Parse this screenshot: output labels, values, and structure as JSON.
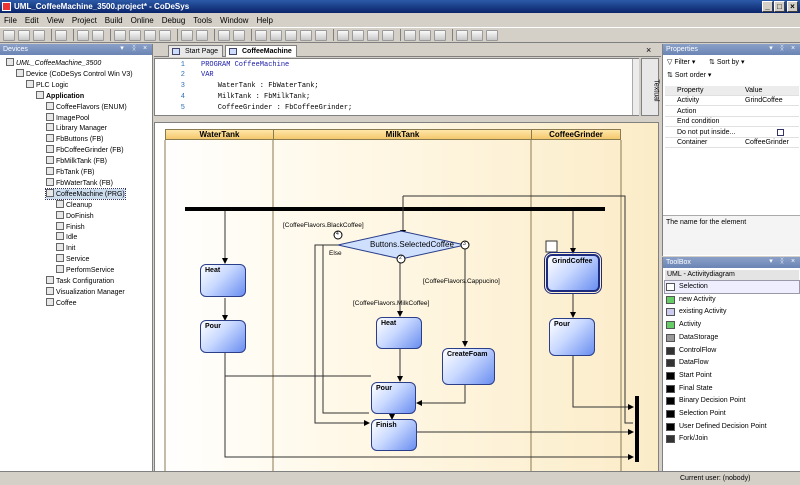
{
  "window": {
    "title": "UML_CoffeeMachine_3500.project* - CoDeSys"
  },
  "menu": [
    "File",
    "Edit",
    "View",
    "Project",
    "Build",
    "Online",
    "Debug",
    "Tools",
    "Window",
    "Help"
  ],
  "devices": {
    "title": "Devices",
    "tree": [
      {
        "label": "UML_CoffeeMachine_3500",
        "indent": 0,
        "italic": true
      },
      {
        "label": "Device (CoDeSys Control Win V3)",
        "indent": 1
      },
      {
        "label": "PLC Logic",
        "indent": 2
      },
      {
        "label": "Application",
        "indent": 3,
        "bold": true
      },
      {
        "label": "CoffeeFlavors (ENUM)",
        "indent": 4
      },
      {
        "label": "ImagePool",
        "indent": 4
      },
      {
        "label": "Library Manager",
        "indent": 4
      },
      {
        "label": "FbButtons (FB)",
        "indent": 4
      },
      {
        "label": "FbCoffeeGrinder (FB)",
        "indent": 4
      },
      {
        "label": "FbMilkTank (FB)",
        "indent": 4
      },
      {
        "label": "FbTank (FB)",
        "indent": 4
      },
      {
        "label": "FbWaterTank (FB)",
        "indent": 4
      },
      {
        "label": "CoffeeMachine (PRG)",
        "indent": 4,
        "selected": true
      },
      {
        "label": "Cleanup",
        "indent": 5
      },
      {
        "label": "DoFinish",
        "indent": 5
      },
      {
        "label": "Finish",
        "indent": 5
      },
      {
        "label": "Idle",
        "indent": 5
      },
      {
        "label": "Init",
        "indent": 5
      },
      {
        "label": "Service",
        "indent": 5
      },
      {
        "label": "PerformService",
        "indent": 5
      },
      {
        "label": "Task Configuration",
        "indent": 4
      },
      {
        "label": "Visualization Manager",
        "indent": 4
      },
      {
        "label": "Coffee",
        "indent": 4
      }
    ]
  },
  "tabs": [
    "Start Page",
    "CoffeeMachine"
  ],
  "code": {
    "lines": [
      {
        "n": "1",
        "text": "PROGRAM CoffeeMachine"
      },
      {
        "n": "2",
        "text": "VAR"
      },
      {
        "n": "3",
        "text": "    WaterTank : FbWaterTank;"
      },
      {
        "n": "4",
        "text": "    MilkTank : FbMilkTank;"
      },
      {
        "n": "5",
        "text": "    CoffeeGrinder : FbCoffeeGrinder;"
      }
    ],
    "side_tab": "Textual"
  },
  "diagram": {
    "lanes": [
      "WaterTank",
      "MilkTank",
      "CoffeeGrinder"
    ],
    "decision": "Buttons.SelectedCoffee",
    "nodes": {
      "heat1": "Heat",
      "pour1": "Pour",
      "heat2": "Heat",
      "createfoam": "CreateFoam",
      "pour2": "Pour",
      "finish": "Finish",
      "grind": "GrindCoffee",
      "pour3": "Pour"
    },
    "guards": {
      "black": "[CoffeeFlavors.BlackCoffee]",
      "else": "Else",
      "cappu": "[CoffeeFlavors.Cappucino]",
      "milk": "[CoffeeFlavors.MilkCoffee]"
    },
    "badges": {
      "b1": "4",
      "b2": "2",
      "b3": "3"
    }
  },
  "properties": {
    "title": "Properties",
    "filter": "Filter",
    "sortby": "Sort by",
    "sortorder": "Sort order",
    "col_prop": "Property",
    "col_val": "Value",
    "rows": [
      {
        "k": "Activity",
        "v": "GrindCoffee"
      },
      {
        "k": "Action",
        "v": ""
      },
      {
        "k": "End condition",
        "v": ""
      },
      {
        "k": "Do not put inside...",
        "v": ""
      },
      {
        "k": "Container",
        "v": "CoffeeGrinder"
      }
    ],
    "description": "The name for the element"
  },
  "toolbox": {
    "title": "ToolBox",
    "category": "UML - Activitydiagram",
    "items": [
      "Selection",
      "new Activity",
      "existing Activity",
      "Activity",
      "DataStorage",
      "ControlFlow",
      "DataFlow",
      "Start Point",
      "Final State",
      "Binary Decision Point",
      "Selection Point",
      "User Defined Decision Point",
      "Fork/Join"
    ]
  },
  "status": {
    "user": "Current user: (nobody)"
  }
}
